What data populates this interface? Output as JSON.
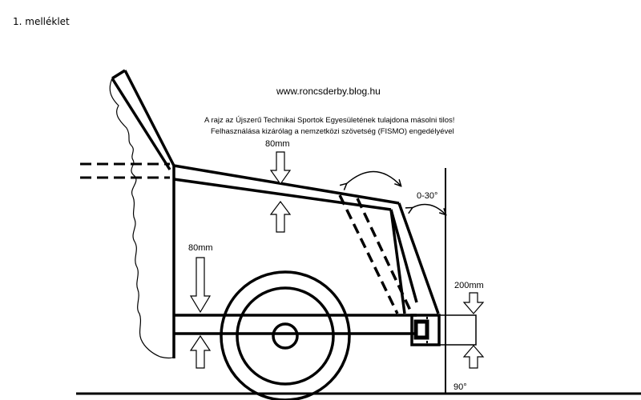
{
  "header": {
    "label": "1. melléklet"
  },
  "diagram": {
    "url": "www.roncsderby.blog.hu",
    "notice_line1": "A rajz az Újszerű Technikai Sportok Egyesületének tulajdona másolni tilos!",
    "notice_line2": "Felhasználása kizárólag a nemzetközi szövetség (FISMO) engedélyével",
    "dim_hood": "80mm",
    "dim_frame": "80mm",
    "angle": "0-30°",
    "dim_bumper": "200mm",
    "right_angle": "90°"
  }
}
